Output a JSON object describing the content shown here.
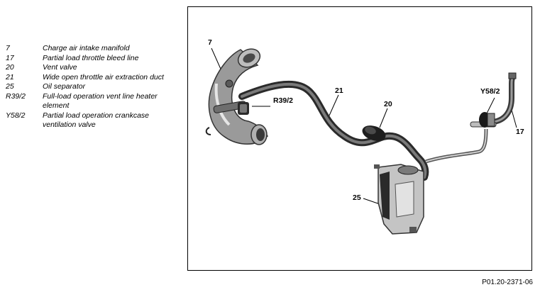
{
  "legend": [
    {
      "num": "7",
      "desc": "Charge air intake manifold"
    },
    {
      "num": "17",
      "desc": "Partial load throttle bleed line"
    },
    {
      "num": "20",
      "desc": "Vent valve"
    },
    {
      "num": "21",
      "desc": "Wide open throttle air extraction duct"
    },
    {
      "num": "25",
      "desc": "Oil separator"
    },
    {
      "num": "R39/2",
      "desc": "Full-load operation vent line heater element"
    },
    {
      "num": "Y58/2",
      "desc": "Partial load operation crankcase ventilation valve"
    }
  ],
  "callouts": {
    "c7": "7",
    "c17": "17",
    "c20": "20",
    "c21": "21",
    "c25": "25",
    "cR39": "R39/2",
    "cY58": "Y58/2"
  },
  "figure_id": "P01.20-2371-06"
}
